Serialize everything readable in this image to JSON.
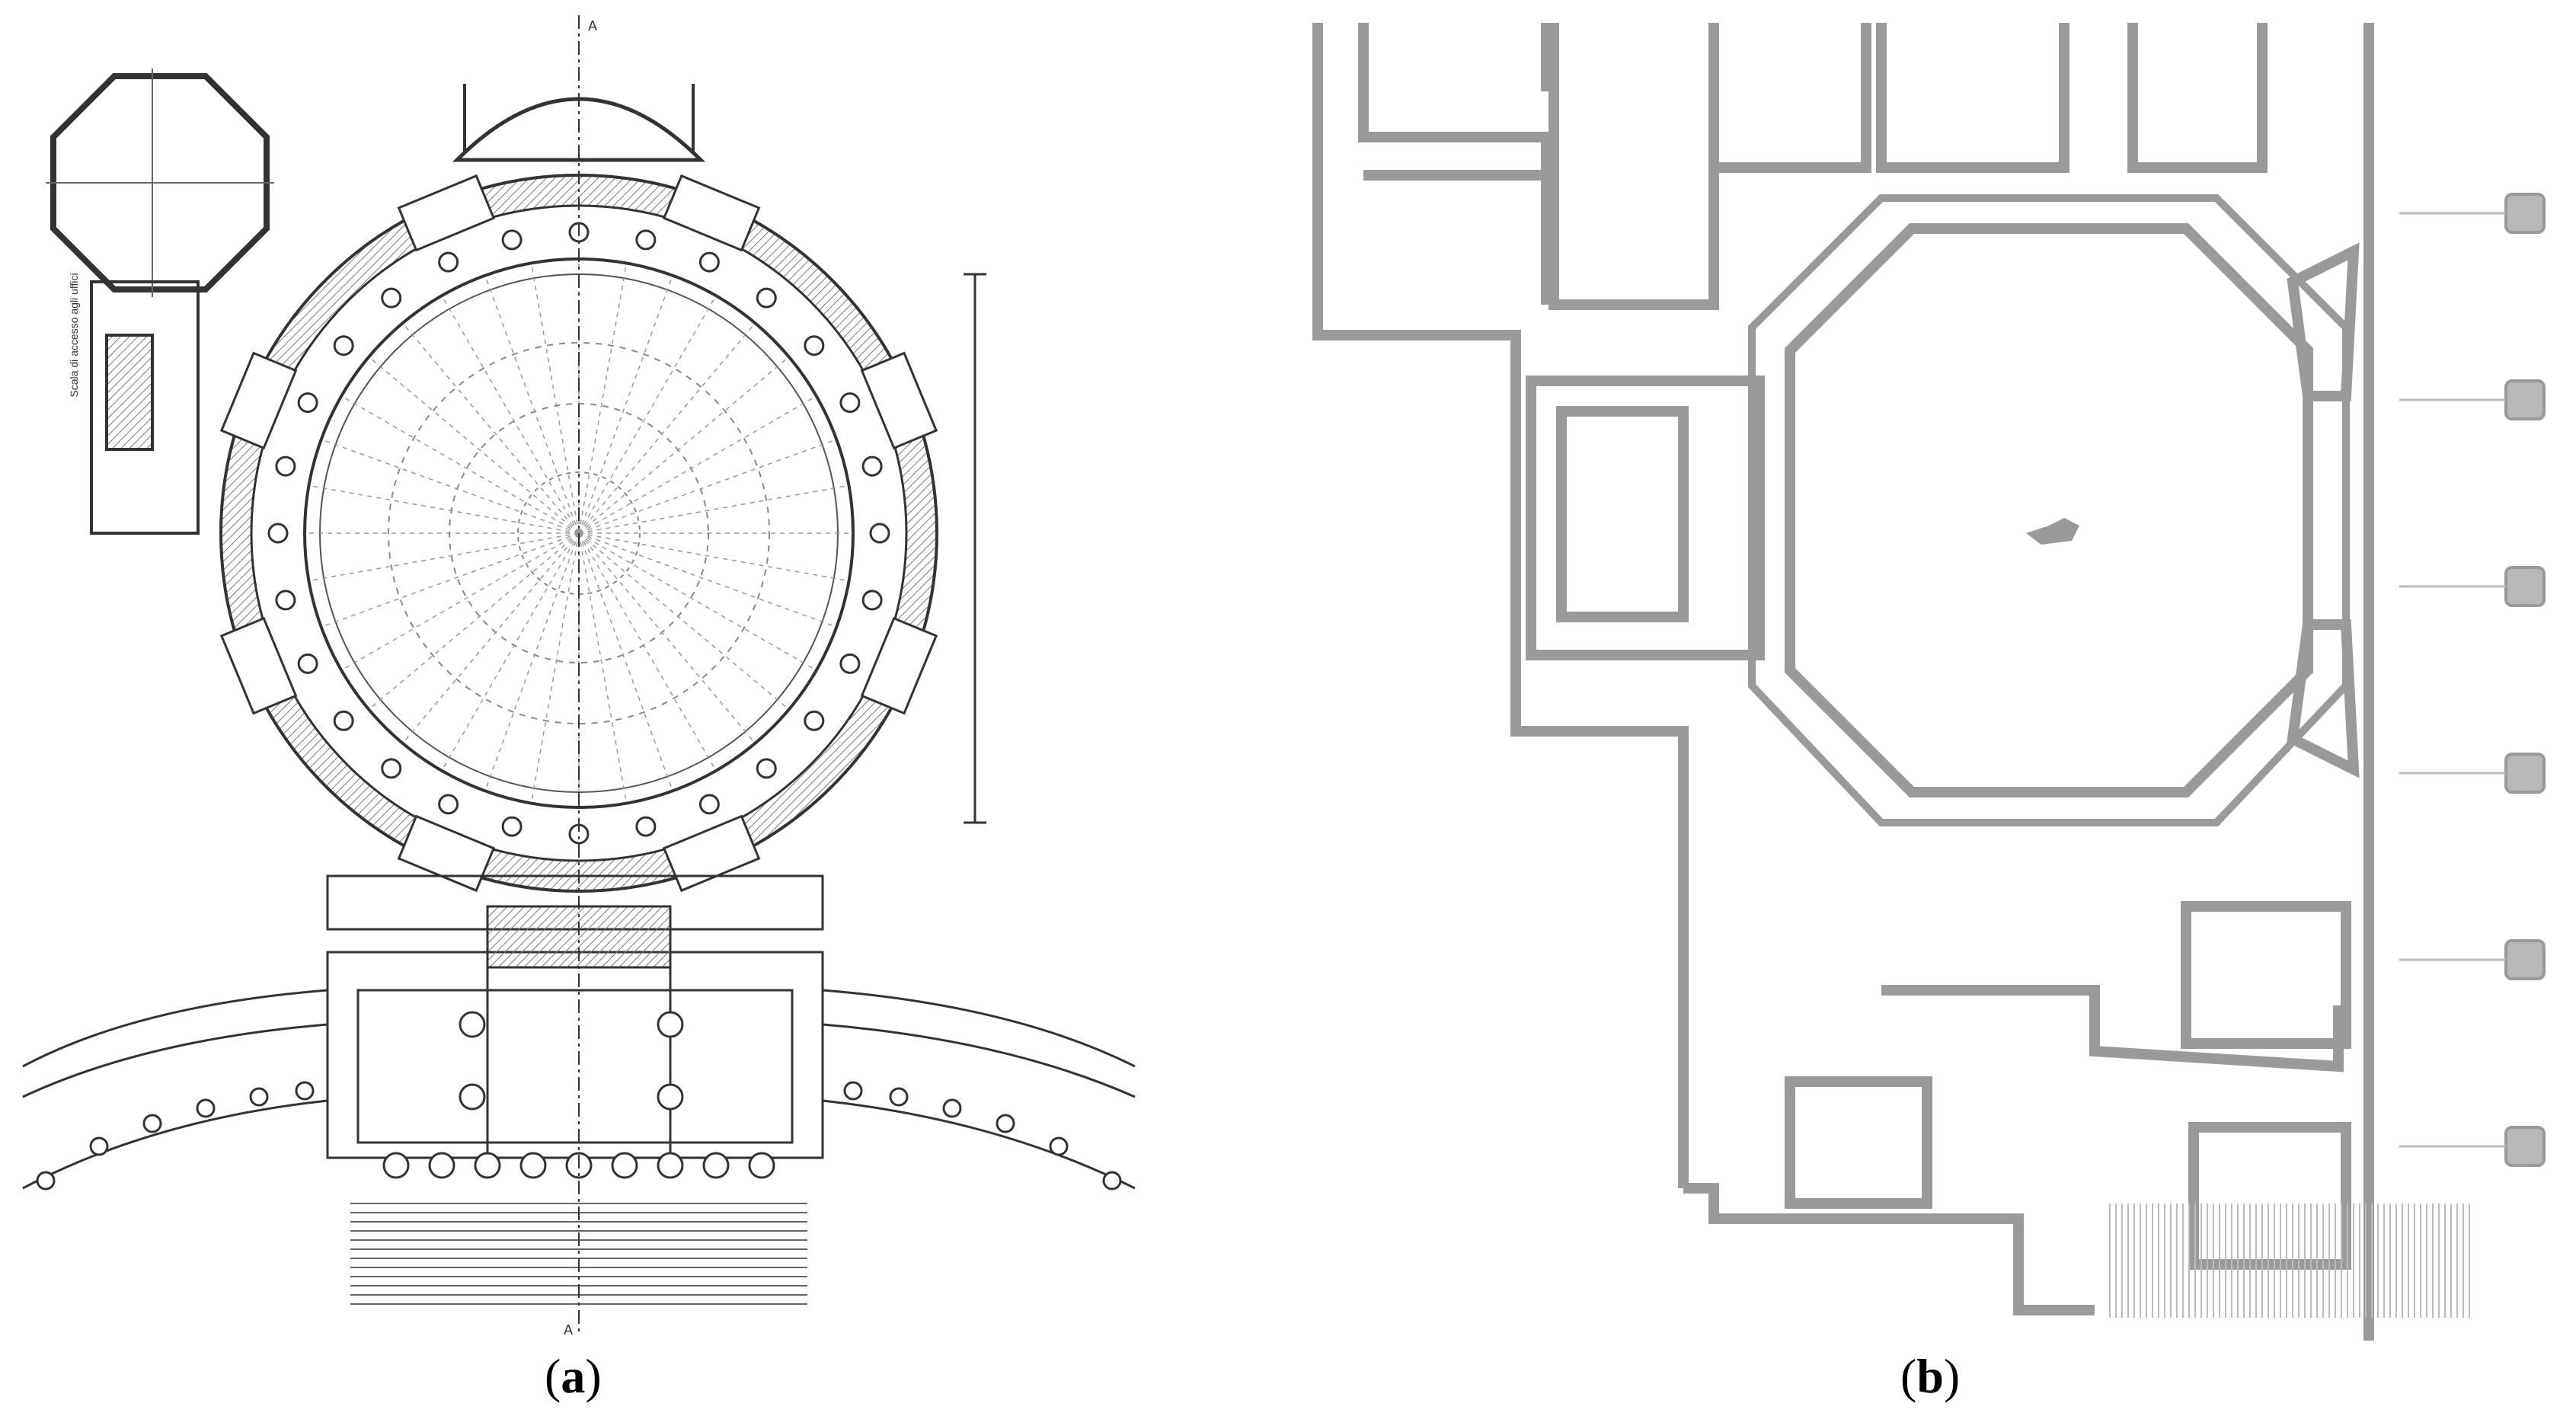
{
  "figure": {
    "panels": [
      {
        "id": "a",
        "caption": "a"
      },
      {
        "id": "b",
        "caption": "b"
      }
    ],
    "plan_a": {
      "section_mark": "A",
      "stair_note": "Scala di accesso agli uffici"
    },
    "colors": {
      "ink": "#333333",
      "hatch": "#7a7a7a",
      "plan_b_wall": "#9a9a9a",
      "plan_b_fill": "#b8b8b8",
      "background": "#ffffff"
    }
  }
}
